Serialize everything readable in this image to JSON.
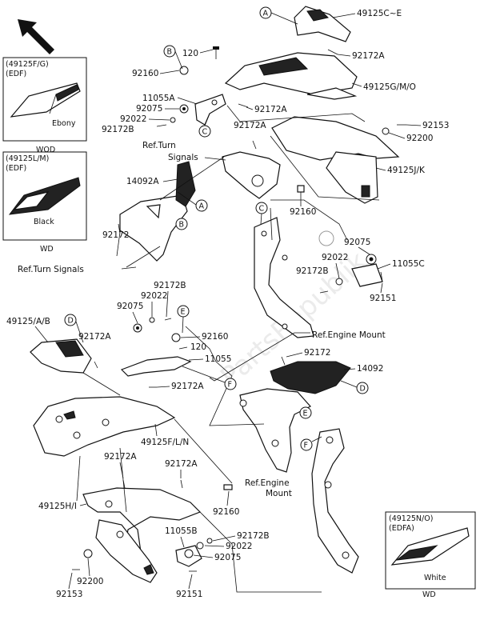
{
  "labels": {
    "p49125ce": "49125C~E",
    "p92172a_1": "92172A",
    "p120_1": "120",
    "p92160_1": "92160",
    "p49125gmo": "49125G/M/O",
    "p11055a": "11055A",
    "p92075_1": "92075",
    "p92022_1": "92022",
    "p92172b_1": "92172B",
    "p92172a_2": "92172A",
    "p92172a_3": "92172A",
    "p92153_1": "92153",
    "p92200_1": "92200",
    "ref_turn_1a": "Ref.Turn",
    "ref_turn_1b": "Signals",
    "p49125jk": "49125J/K",
    "p14092a": "14092A",
    "p92160_2": "92160",
    "p92075_2": "92075",
    "p92022_2": "92022",
    "p11055c": "11055C",
    "p92172b_2": "92172B",
    "p92172_1": "92172",
    "p92151_1": "92151",
    "ref_turn_2": "Ref.Turn Signals",
    "ref_engine_1": "Ref.Engine Mount",
    "p92172b_3": "92172B",
    "p92022_3": "92022",
    "p92075_3": "92075",
    "p49125ab": "49125/A/B",
    "p92160_3": "92160",
    "p92172a_4": "92172A",
    "p120_2": "120",
    "p11055": "11055",
    "p92172_2": "92172",
    "p14092": "14092",
    "p92172a_5": "92172A",
    "p49125fln": "49125F/L/N",
    "p92172a_6": "92172A",
    "p92172a_7": "92172A",
    "ref_engine_2a": "Ref.Engine",
    "ref_engine_2b": "Mount",
    "p92160_4": "92160",
    "p49125hi": "49125H/I",
    "p11055b": "11055B",
    "p92172b_4": "92172B",
    "p92022_4": "92022",
    "p92075_4": "92075",
    "p92200_2": "92200",
    "p92153_2": "92153",
    "p92151_2": "92151"
  },
  "callouts": {
    "a": "A",
    "b": "B",
    "c": "C",
    "d": "D",
    "e": "E",
    "f": "F"
  },
  "insets": [
    {
      "part": "(49125F/G)",
      "code": "(EDF)",
      "color": "Ebony",
      "tag": "WOD"
    },
    {
      "part": "(49125L/M)",
      "code": "(EDF)",
      "color": "Black",
      "tag": "WD"
    },
    {
      "part": "(49125N/O)",
      "code": "(EDFA)",
      "color": "White",
      "tag": "WD"
    }
  ],
  "watermark": "PartsRepublik"
}
